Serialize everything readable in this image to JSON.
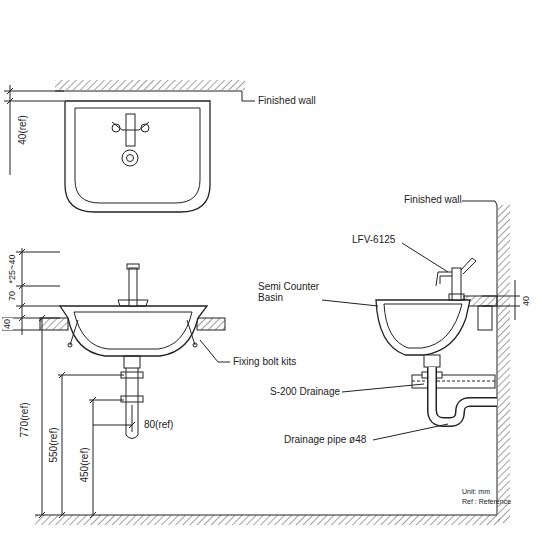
{
  "diagram": {
    "labels": [
      "40(ref)",
      "Finished wall",
      "Finished wall",
      "LFV-6125",
      "*25~40",
      "70",
      "Semi Counter Basin",
      "40",
      "40",
      "Fixing bolt kits",
      "S-200 Drainage",
      "770(ref)",
      "550(ref)",
      "80(ref)",
      "Drainage pipe ø48",
      "450(ref)",
      "Unit: mm",
      "Ref : Reference"
    ]
  }
}
